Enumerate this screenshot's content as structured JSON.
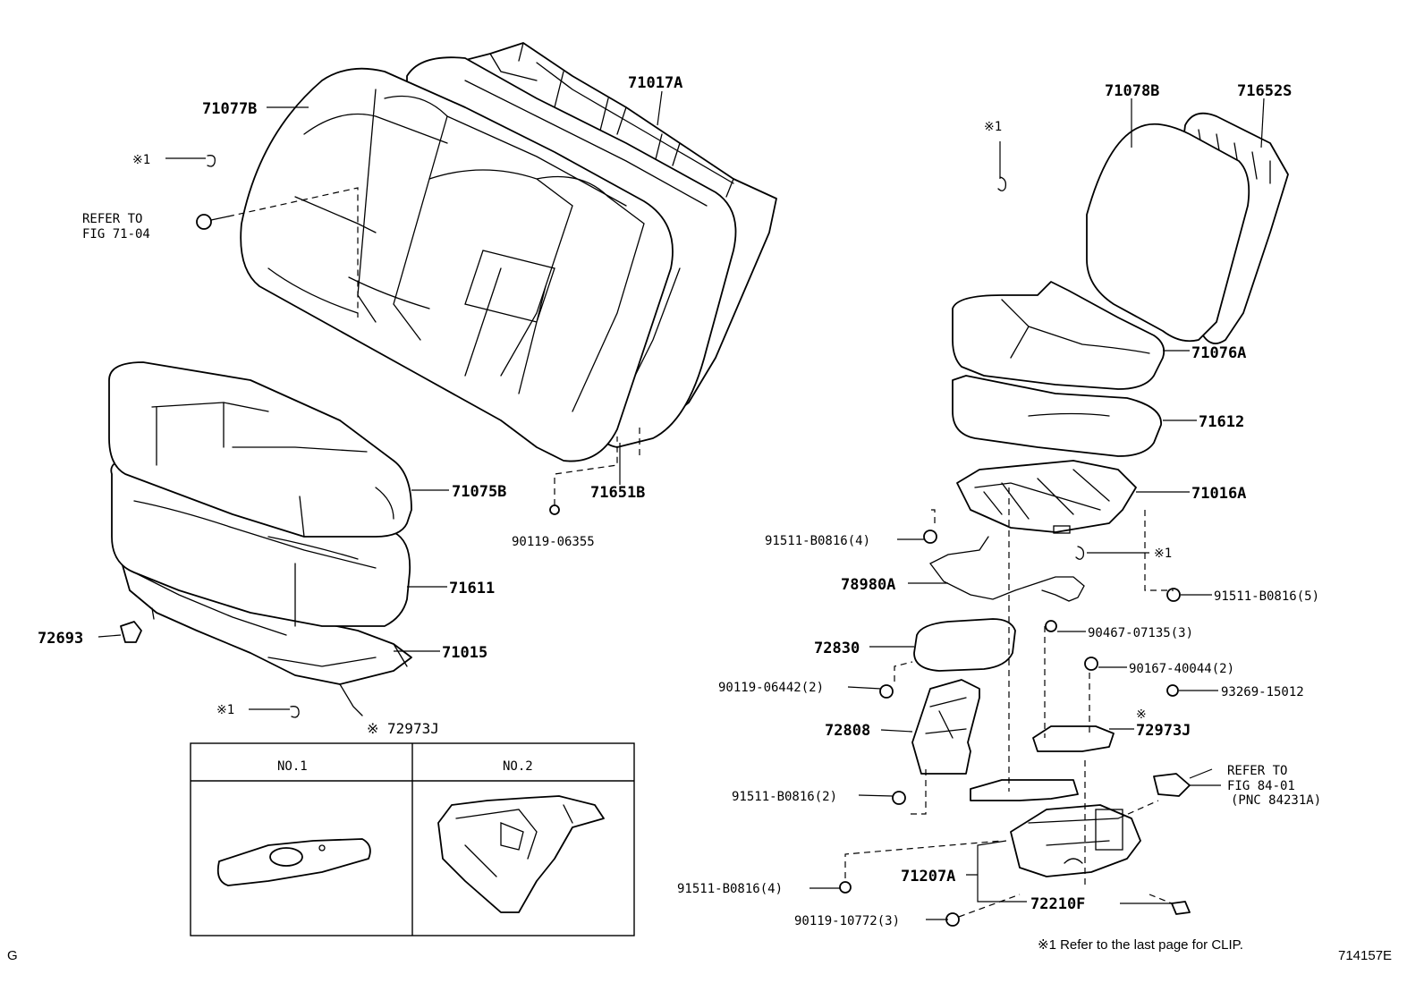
{
  "labels": {
    "p71077B": "71077B",
    "p71017A": "71017A",
    "p71078B": "71078B",
    "p71652S": "71652S",
    "p71076A": "71076A",
    "p71612": "71612",
    "p71016A": "71016A",
    "p71075B": "71075B",
    "p71651B": "71651B",
    "p90119_06355": "90119-06355",
    "p71611": "71611",
    "p72693": "72693",
    "p71015": "71015",
    "p91511_B0816_4a": "91511-B0816(4)",
    "p78980A": "78980A",
    "p91511_B0816_5": "91511-B0816(5)",
    "p90467_07135_3": "90467-07135(3)",
    "p72830": "72830",
    "p90167_40044_2": "90167-40044(2)",
    "p90119_06442_2": "90119-06442(2)",
    "p93269_15012": "93269-15012",
    "p72808": "72808",
    "p72973J": "72973J",
    "p91511_B0816_2": "91511-B0816(2)",
    "p71207A": "71207A",
    "p91511_B0816_4b": "91511-B0816(4)",
    "p72210F": "72210F",
    "p90119_10772_3": "90119-10772(3)"
  },
  "notes": {
    "clip_mark": "※1",
    "asterisk": "※",
    "refer_fig71_line1": "REFER TO",
    "refer_fig71_line2": "FIG 71-04",
    "refer_fig84_line1": "REFER TO",
    "refer_fig84_line2": "FIG 84-01",
    "refer_fig84_line3": "(PNC 84231A)"
  },
  "inset": {
    "title": "※ 72973J",
    "col1": "NO.1",
    "col2": "NO.2"
  },
  "footer": {
    "corner_letter": "G",
    "clip_note": "※1  Refer to the last page for CLIP.",
    "figure_id": "714157E"
  }
}
